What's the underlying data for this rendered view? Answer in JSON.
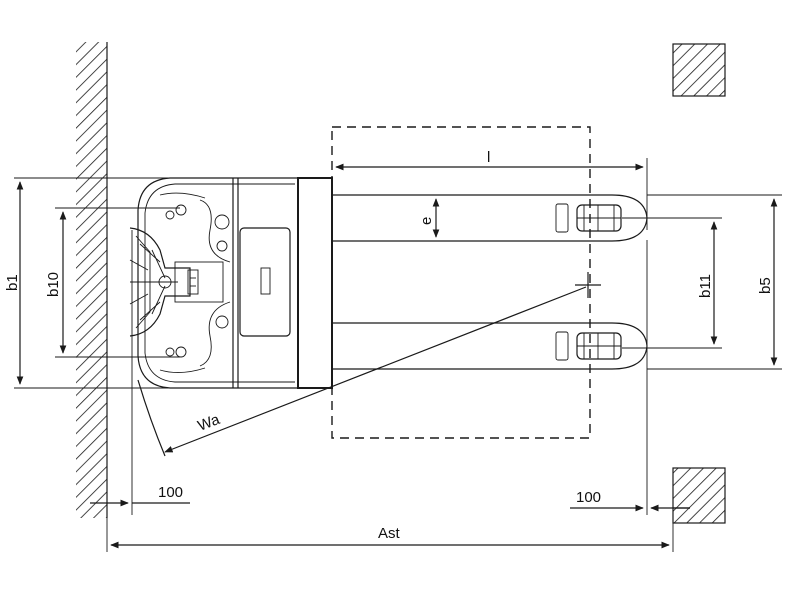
{
  "labels": {
    "b1": "b1",
    "b10": "b10",
    "b11": "b11",
    "b5": "b5",
    "e": "e",
    "l": "l",
    "wa": "Wa",
    "clearance_left": "100",
    "clearance_right": "100",
    "ast": "Ast"
  },
  "colors": {
    "line": "#1a1a1a",
    "background": "#ffffff"
  }
}
